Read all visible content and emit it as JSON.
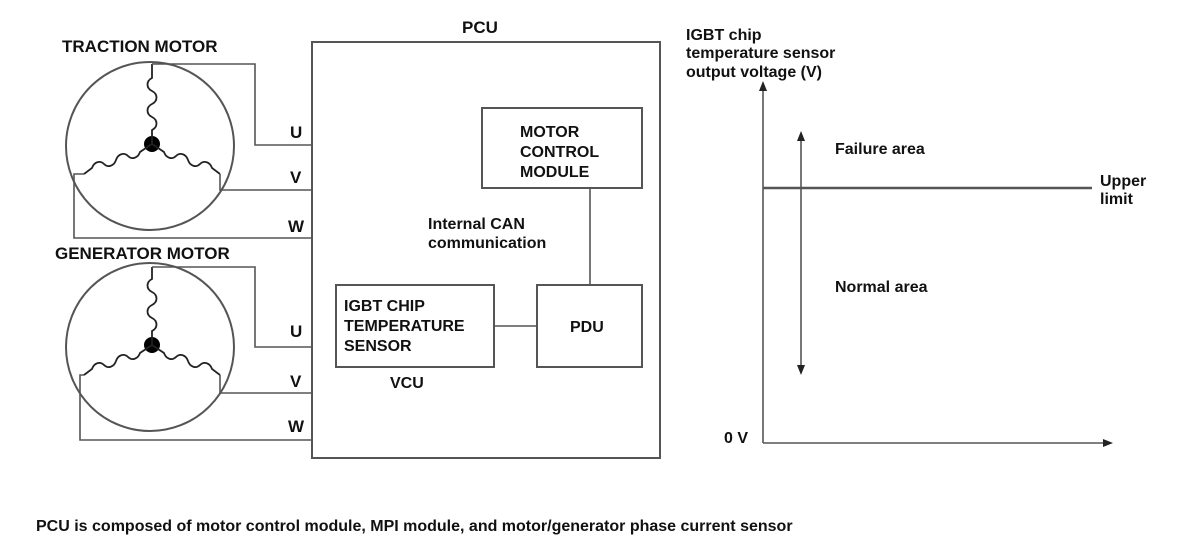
{
  "motors": {
    "traction": {
      "title": "TRACTION MOTOR",
      "u": "U",
      "v": "V",
      "w": "W"
    },
    "generator": {
      "title": "GENERATOR MOTOR",
      "u": "U",
      "v": "V",
      "w": "W"
    }
  },
  "pcu": {
    "title": "PCU",
    "motor_control_module": [
      "MOTOR",
      "CONTROL",
      "MODULE"
    ],
    "can_label": [
      "Internal CAN",
      "communication"
    ],
    "igbt_sensor": [
      "IGBT CHIP",
      "TEMPERATURE",
      "SENSOR"
    ],
    "vcu": "VCU",
    "pdu": "PDU"
  },
  "graph": {
    "ylabel": [
      "IGBT chip",
      "temperature sensor",
      "output voltage (V)"
    ],
    "zero_label": "0 V",
    "failure_area": "Failure area",
    "normal_area": "Normal area",
    "limit_label": [
      "Upper",
      "limit"
    ]
  },
  "footer": "PCU is composed of motor control module, MPI module, and motor/generator phase current sensor"
}
